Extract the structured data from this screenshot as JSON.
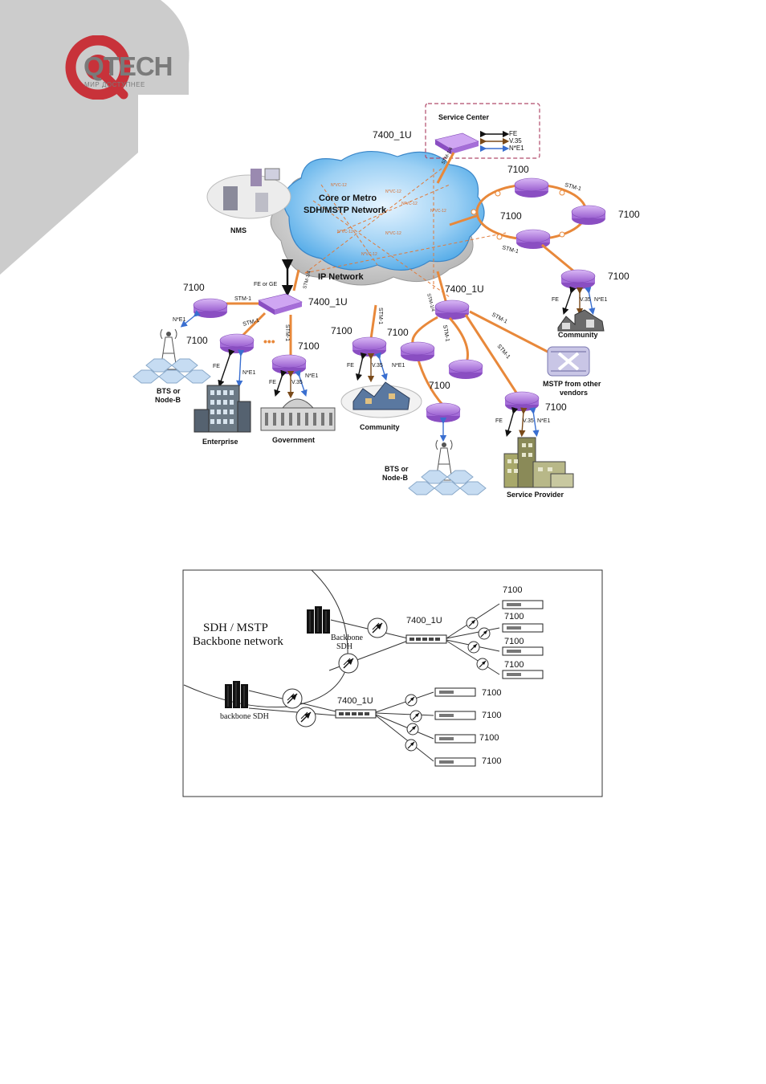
{
  "brand": {
    "name": "QTECH",
    "tagline": "МИР ДОСТУПНЕЕ",
    "colors": {
      "accent_red": "#c8323a",
      "grey_panel": "#c9c9c9",
      "link_orange": "#e8883a",
      "node_purple": "#b47de0"
    }
  },
  "diagram1": {
    "cloud_core": "Core or Metro\nSDH/MSTP Network",
    "cloud_ip": "IP Network",
    "nms_label": "NMS",
    "service_center": {
      "title": "Service Center",
      "device": "7400_1U",
      "legend": [
        "FE",
        "V.35",
        "N*E1"
      ]
    },
    "ring_nodes": [
      "7100",
      "7100",
      "7100"
    ],
    "ring_link": "STM-1",
    "community_right": {
      "node": "7100",
      "ifaces": [
        "FE",
        "V.35",
        "N*E1"
      ],
      "label": "Community"
    },
    "left_hub": {
      "device": "7400_1U",
      "uplink": "FE or GE",
      "stm": "STM-1/4"
    },
    "left_nodes": {
      "bts": {
        "node": "7100",
        "link": "STM-1",
        "iface": "N*E1",
        "label": "BTS or\nNode-B"
      },
      "enterprise": {
        "node": "7100",
        "link": "STM-1",
        "ifaces": [
          "FE",
          "N*E1"
        ],
        "label": "Enterprise"
      },
      "government": {
        "node": "7100",
        "link": "STM-1",
        "ifaces": [
          "FE",
          "V.35",
          "N*E1"
        ],
        "label": "Government"
      }
    },
    "center_community": {
      "node": "7100",
      "link": "STM-1",
      "ifaces": [
        "FE",
        "V.35",
        "N*E1"
      ],
      "label": "Community"
    },
    "right_hub": {
      "device": "7400_1U",
      "stm": "STM-1/4"
    },
    "right_nodes": {
      "ring_a": "7100",
      "bts": {
        "node": "7100",
        "label": "BTS or\nNode-B"
      },
      "mstp_other": {
        "label": "MSTP from other\nvendors",
        "link": "STM-1"
      },
      "provider": {
        "node": "7100",
        "ifaces": [
          "FE",
          "V.35",
          "N*E1"
        ],
        "label": "Service Provider"
      }
    },
    "vc_labels": [
      "N*VC-12",
      "N*VC-12",
      "N*VC-12",
      "N*VC-12",
      "N*VC-12",
      "N*VC-12",
      "N*VC-12"
    ]
  },
  "diagram2": {
    "network_label": "SDH / MSTP\nBackbone network",
    "sdh_top": "Backbone\nSDH",
    "sdh_bottom": "backbone SDH",
    "hub_top": "7400_1U",
    "hub_bottom": "7400_1U",
    "top_nodes": [
      "7100",
      "7100",
      "7100",
      "7100"
    ],
    "bottom_nodes": [
      "7100",
      "7100",
      "7100",
      "7100"
    ]
  }
}
